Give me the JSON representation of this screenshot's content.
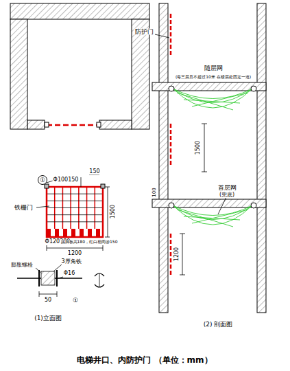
{
  "diagram": {
    "caption": "电梯井口、内防护门 （单位：mm）",
    "nodes": [
      {
        "text": [
          "①"
        ]
      }
    ],
    "labels": [
      "Φ100150",
      "150",
      "铁栅门",
      "1500",
      "Φ120200",
      "踢脚板高180，红白相间@150",
      "1200",
      "膨胀螺栓",
      "3厚角铁",
      "Φ16",
      "50",
      "①",
      "(1)立面图",
      "防护门",
      "随层网",
      "(每三层且不超过10米 在楼层处固定一道)",
      "1500",
      "首层网",
      "(兜底)",
      "100",
      "1200",
      "(2) 剖面图"
    ]
  }
}
